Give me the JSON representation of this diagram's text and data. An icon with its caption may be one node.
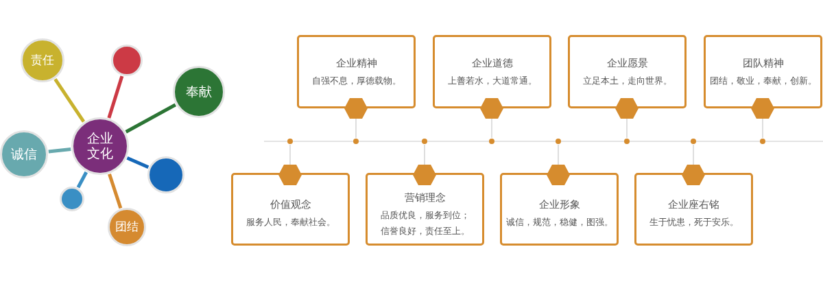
{
  "diagram": {
    "nodes": [
      {
        "text": [
          "企业文化"
        ]
      },
      {
        "text": [
          "责任"
        ]
      },
      {
        "text": [],
        "shape": "circle"
      },
      {
        "text": [
          "奉献"
        ]
      },
      {
        "text": [
          "诚信"
        ]
      },
      {
        "text": [],
        "shape": "circle"
      },
      {
        "text": [],
        "shape": "circle"
      },
      {
        "text": [
          "团结"
        ]
      },
      {
        "text": [
          "价值观念",
          "服务人民，奉献社会。"
        ]
      },
      {
        "text": [
          "企业精神",
          "自强不息，厚德载物。"
        ]
      },
      {
        "text": [
          "营销理念",
          "品质优良，服务到位；信誉良好，责任至上。"
        ]
      },
      {
        "text": [
          "企业道德",
          "上善若水，大道常通。"
        ]
      },
      {
        "text": [
          "企业形象",
          "诚信，规范，稳健，图强。"
        ]
      },
      {
        "text": [
          "企业愿景",
          "立足本土，走向世界。"
        ]
      },
      {
        "text": [
          "企业座右铭",
          "生于忧患，死于安乐。"
        ]
      },
      {
        "text": [
          "团队精神",
          "团结，敬业，奉献，创新。"
        ]
      },
      {
        "text": [],
        "shape": "hexagon"
      },
      {
        "text": [],
        "shape": "hexagon"
      },
      {
        "text": [],
        "shape": "hexagon"
      },
      {
        "text": [],
        "shape": "hexagon"
      },
      {
        "text": [],
        "shape": "hexagon"
      },
      {
        "text": [],
        "shape": "hexagon"
      },
      {
        "text": [],
        "shape": "hexagon"
      },
      {
        "text": [],
        "shape": "hexagon"
      },
      {
        "text": [],
        "shape": "circle"
      },
      {
        "text": [],
        "shape": "circle"
      },
      {
        "text": [],
        "shape": "circle"
      },
      {
        "text": [],
        "shape": "circle"
      },
      {
        "text": [],
        "shape": "circle"
      },
      {
        "text": [],
        "shape": "circle"
      },
      {
        "text": [],
        "shape": "circle"
      },
      {
        "text": [],
        "shape": "circle"
      }
    ],
    "edges": [
      {
        "from": 0,
        "to": 1,
        "arrow": "none",
        "style": "thick",
        "color": "#c8b22e"
      },
      {
        "from": 0,
        "to": 2,
        "arrow": "none",
        "style": "thick",
        "color": "#cc3a45"
      },
      {
        "from": 0,
        "to": 3,
        "arrow": "none",
        "style": "thick",
        "color": "#2c7535"
      },
      {
        "from": 0,
        "to": 4,
        "arrow": "none",
        "style": "thick",
        "color": "#68a9ae"
      },
      {
        "from": 0,
        "to": 5,
        "arrow": "none",
        "style": "thick",
        "color": "#1668b8"
      },
      {
        "from": 0,
        "to": 6,
        "arrow": "none",
        "style": "thick",
        "color": "#3a8fc4"
      },
      {
        "from": 0,
        "to": 7,
        "arrow": "none",
        "style": "thick",
        "color": "#d58a30"
      },
      {
        "from": 16,
        "to": 24,
        "arrow": "none"
      },
      {
        "from": 17,
        "to": 25,
        "arrow": "none"
      },
      {
        "from": 18,
        "to": 26,
        "arrow": "none"
      },
      {
        "from": 19,
        "to": 27,
        "arrow": "none"
      },
      {
        "from": 20,
        "to": 28,
        "arrow": "none"
      },
      {
        "from": 21,
        "to": 29,
        "arrow": "none"
      },
      {
        "from": 22,
        "to": 30,
        "arrow": "none"
      },
      {
        "from": 23,
        "to": 31,
        "arrow": "none"
      }
    ]
  }
}
